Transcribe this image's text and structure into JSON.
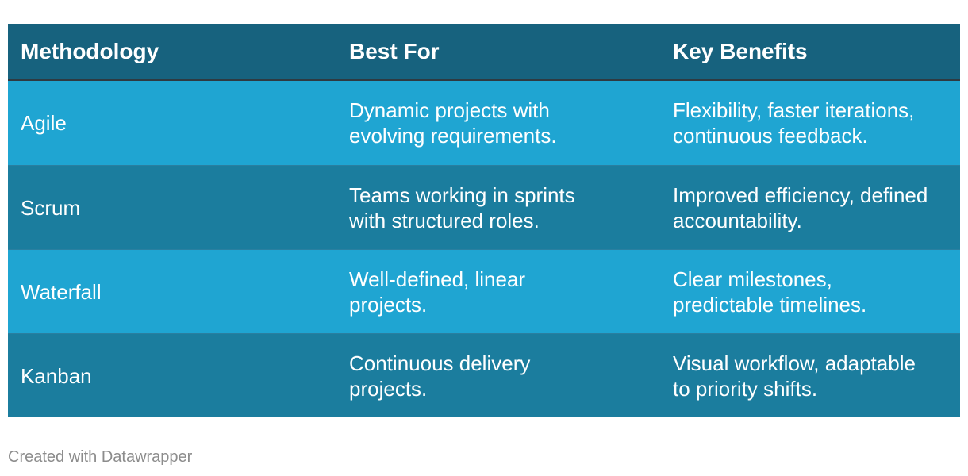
{
  "chart_data": {
    "type": "table",
    "columns": [
      "Methodology",
      "Best For",
      "Key Benefits"
    ],
    "rows": [
      {
        "methodology": "Agile",
        "best_for": [
          "Dynamic projects with",
          "evolving requirements."
        ],
        "key_benefits": [
          "Flexibility, faster iterations,",
          "continuous feedback."
        ]
      },
      {
        "methodology": "Scrum",
        "best_for": [
          "Teams working in sprints",
          "with structured roles."
        ],
        "key_benefits": [
          "Improved efficiency, defined",
          "accountability."
        ]
      },
      {
        "methodology": "Waterfall",
        "best_for": [
          "Well-defined, linear",
          "projects."
        ],
        "key_benefits": [
          "Clear milestones,",
          "predictable timelines."
        ]
      },
      {
        "methodology": "Kanban",
        "best_for": [
          "Continuous delivery",
          "projects."
        ],
        "key_benefits": [
          "Visual workflow, adaptable",
          "to priority shifts."
        ]
      }
    ]
  },
  "footer": {
    "credit": "Created with Datawrapper"
  },
  "colors": {
    "header_bg": "#17627e",
    "row_light": "#1fa5d2",
    "row_dark": "#1b7d9e",
    "header_rule": "#2f3a41",
    "footer_text": "#8c8c8c"
  }
}
